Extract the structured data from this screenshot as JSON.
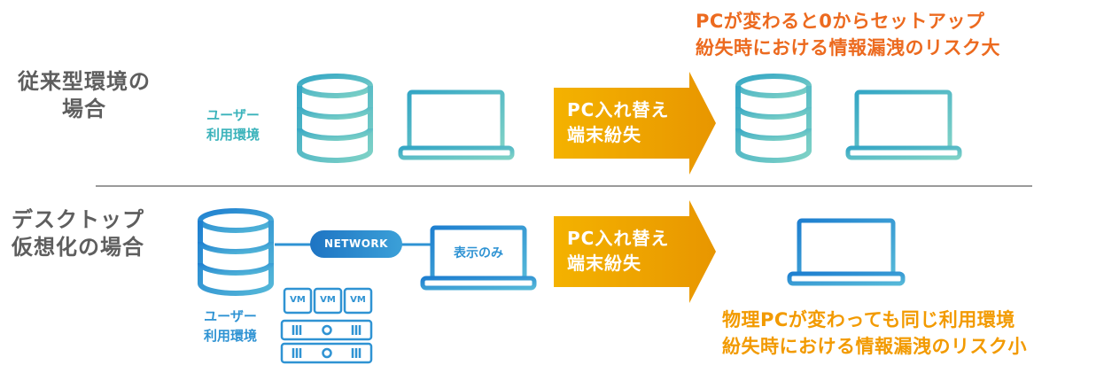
{
  "top": {
    "section_label": [
      "従来型環境の",
      "場合"
    ],
    "user_label": [
      "ユーザー",
      "利用環境"
    ],
    "arrow_label": [
      "PC入れ替え",
      "端末紛失"
    ],
    "result_note": [
      "PCが変わると0からセットアップ",
      "紛失時における情報漏洩のリスク大"
    ]
  },
  "bottom": {
    "section_label": [
      "デスクトップ",
      "仮想化の場合"
    ],
    "user_label": [
      "ユーザー",
      "利用環境"
    ],
    "network_label": "NETWORK",
    "screen_label": "表示のみ",
    "vm_labels": [
      "VM",
      "VM",
      "VM"
    ],
    "arrow_label": [
      "PC入れ替え",
      "端末紛失"
    ],
    "result_note": [
      "物理PCが変わっても同じ利用環境",
      "紛失時における情報漏洩のリスク小"
    ]
  },
  "colors": {
    "teal": "#3bb3bb",
    "blue": "#2f93d3",
    "arrow": "#eea200",
    "note_red": "#ec6a1f",
    "note_orange": "#f29a00",
    "divider": "#9a9a9a",
    "label_gray": "#5e5e5e"
  },
  "icons": [
    "database-icon",
    "laptop-icon",
    "server-rack-icon",
    "vm-icon",
    "network-pill"
  ]
}
